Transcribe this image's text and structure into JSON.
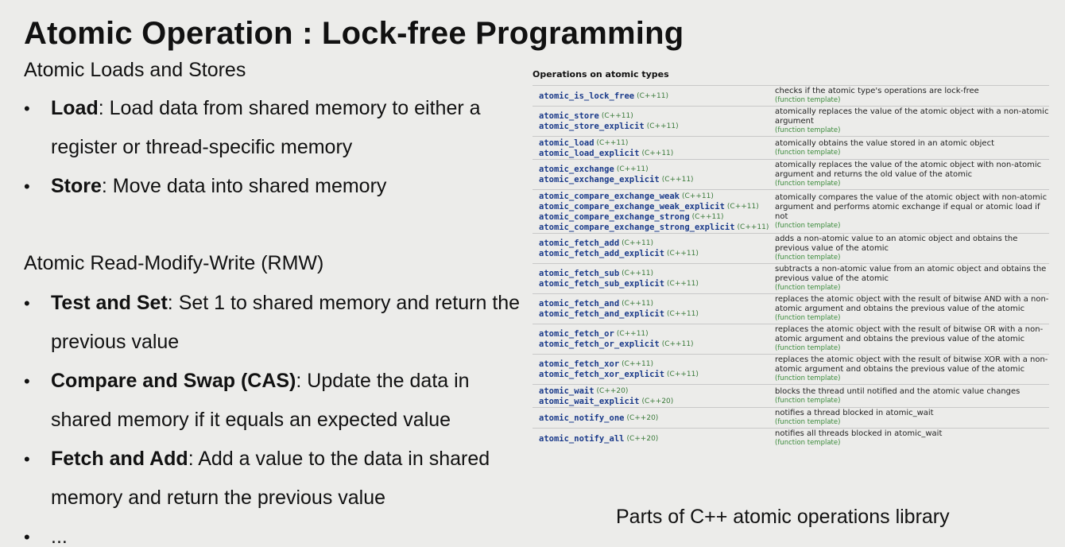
{
  "title": "Atomic Operation : Lock-free Programming",
  "section1": {
    "heading": "Atomic Loads and Stores",
    "bullets": [
      {
        "term": "Load",
        "text": ": Load data from shared memory to either a register or thread-specific memory"
      },
      {
        "term": "Store",
        "text": ": Move data into shared memory"
      }
    ]
  },
  "section2": {
    "heading": "Atomic Read-Modify-Write (RMW)",
    "bullets": [
      {
        "term": "Test and Set",
        "text": ": Set 1 to shared memory and return the previous value"
      },
      {
        "term": "Compare and Swap (CAS)",
        "text": ": Update the data in shared memory if it equals an expected value"
      },
      {
        "term": "Fetch and Add",
        "text": ": Add a value to the data in shared memory and return the previous value"
      },
      {
        "term": "",
        "text": "..."
      }
    ]
  },
  "table": {
    "caption": "Operations on atomic types",
    "rows": [
      {
        "fns": [
          [
            "atomic_is_lock_free",
            "(C++11)"
          ]
        ],
        "desc": "checks if the atomic type's operations are lock-free",
        "sub": "(function template)"
      },
      {
        "fns": [
          [
            "atomic_store",
            "(C++11)"
          ],
          [
            "atomic_store_explicit",
            "(C++11)"
          ]
        ],
        "desc": "atomically replaces the value of the atomic object with a non-atomic argument",
        "sub": "(function template)"
      },
      {
        "fns": [
          [
            "atomic_load",
            "(C++11)"
          ],
          [
            "atomic_load_explicit",
            "(C++11)"
          ]
        ],
        "desc": "atomically obtains the value stored in an atomic object",
        "sub": "(function template)"
      },
      {
        "fns": [
          [
            "atomic_exchange",
            "(C++11)"
          ],
          [
            "atomic_exchange_explicit",
            "(C++11)"
          ]
        ],
        "desc": "atomically replaces the value of the atomic object with non-atomic argument and returns the old value of the atomic",
        "sub": "(function template)"
      },
      {
        "fns": [
          [
            "atomic_compare_exchange_weak",
            "(C++11)"
          ],
          [
            "atomic_compare_exchange_weak_explicit",
            "(C++11)"
          ],
          [
            "atomic_compare_exchange_strong",
            "(C++11)"
          ],
          [
            "atomic_compare_exchange_strong_explicit",
            "(C++11)"
          ]
        ],
        "desc": "atomically compares the value of the atomic object with non-atomic argument and performs atomic exchange if equal or atomic load if not",
        "sub": "(function template)"
      },
      {
        "fns": [
          [
            "atomic_fetch_add",
            "(C++11)"
          ],
          [
            "atomic_fetch_add_explicit",
            "(C++11)"
          ]
        ],
        "desc": "adds a non-atomic value to an atomic object and obtains the previous value of the atomic",
        "sub": "(function template)"
      },
      {
        "fns": [
          [
            "atomic_fetch_sub",
            "(C++11)"
          ],
          [
            "atomic_fetch_sub_explicit",
            "(C++11)"
          ]
        ],
        "desc": "subtracts a non-atomic value from an atomic object and obtains the previous value of the atomic",
        "sub": "(function template)"
      },
      {
        "fns": [
          [
            "atomic_fetch_and",
            "(C++11)"
          ],
          [
            "atomic_fetch_and_explicit",
            "(C++11)"
          ]
        ],
        "desc": "replaces the atomic object with the result of bitwise AND with a non-atomic argument and obtains the previous value of the atomic",
        "sub": "(function template)"
      },
      {
        "fns": [
          [
            "atomic_fetch_or",
            "(C++11)"
          ],
          [
            "atomic_fetch_or_explicit",
            "(C++11)"
          ]
        ],
        "desc": "replaces the atomic object with the result of bitwise OR with a non-atomic argument and obtains the previous value of the atomic",
        "sub": "(function template)"
      },
      {
        "fns": [
          [
            "atomic_fetch_xor",
            "(C++11)"
          ],
          [
            "atomic_fetch_xor_explicit",
            "(C++11)"
          ]
        ],
        "desc": "replaces the atomic object with the result of bitwise XOR with a non-atomic argument and obtains the previous value of the atomic",
        "sub": "(function template)"
      },
      {
        "fns": [
          [
            "atomic_wait",
            "(C++20)"
          ],
          [
            "atomic_wait_explicit",
            "(C++20)"
          ]
        ],
        "desc": "blocks the thread until notified and the atomic value changes",
        "sub": "(function template)"
      },
      {
        "fns": [
          [
            "atomic_notify_one",
            "(C++20)"
          ]
        ],
        "desc": "notifies a thread blocked in atomic_wait",
        "sub": "(function template)"
      },
      {
        "fns": [
          [
            "atomic_notify_all",
            "(C++20)"
          ]
        ],
        "desc": "notifies all threads blocked in atomic_wait",
        "sub": "(function template)"
      }
    ]
  },
  "figure_caption": "Parts of C++ atomic operations library"
}
